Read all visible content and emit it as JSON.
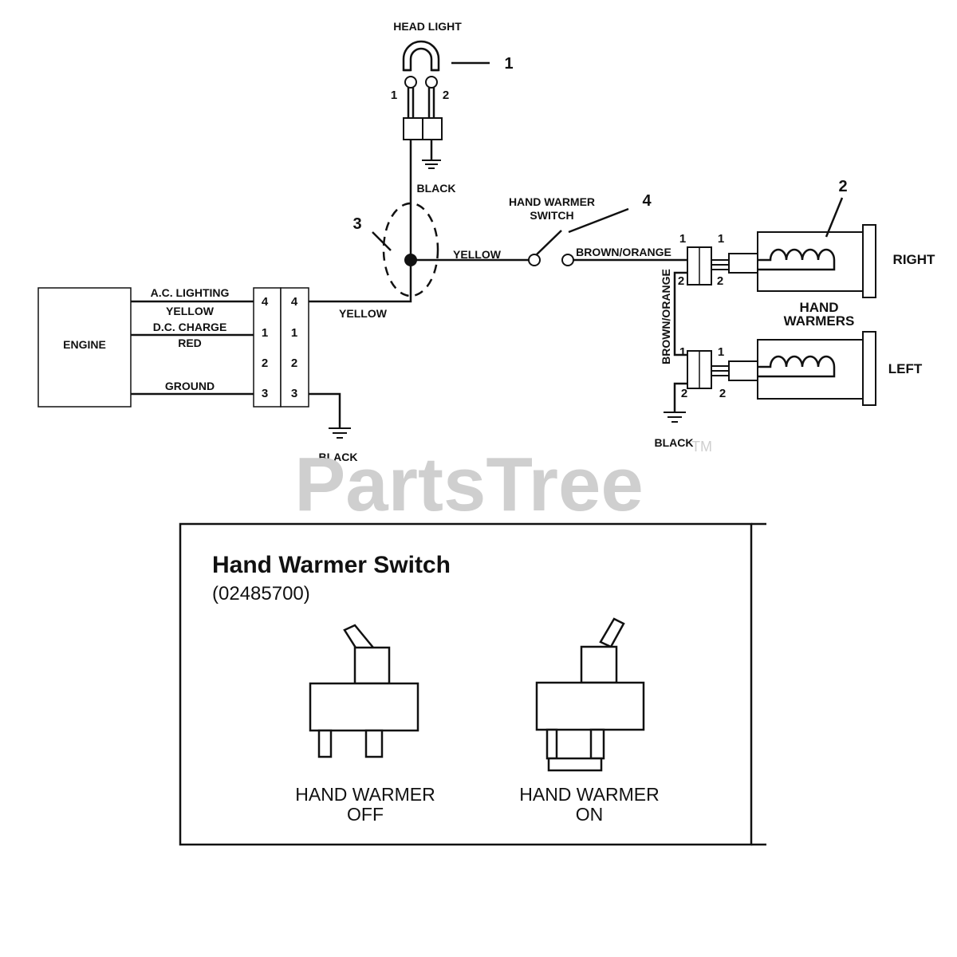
{
  "diagram": {
    "headlight": {
      "title": "HEAD LIGHT",
      "pin1": "1",
      "pin2": "2",
      "ground_wire": "BLACK"
    },
    "callouts": {
      "c1": "1",
      "c2": "2",
      "c3": "3",
      "c4": "4"
    },
    "switch": {
      "label_line1": "HAND WARMER",
      "label_line2": "SWITCH"
    },
    "wires": {
      "yellow_splice_to_switch": "YELLOW",
      "yellow_connector_to_splice": "YELLOW",
      "switch_to_warmers": "BROWN/ORANGE",
      "warmer_jumper": "BROWN/ORANGE",
      "warmer_ground": "BLACK",
      "engine_ground": "BLACK"
    },
    "engine": {
      "label": "ENGINE",
      "lines": [
        {
          "top": "A.C. LIGHTING",
          "bottom": "YELLOW"
        },
        {
          "top": "D.C. CHARGE",
          "bottom": "RED"
        },
        {
          "top": "GROUND",
          "bottom": ""
        }
      ]
    },
    "connector": {
      "left_pins": [
        "4",
        "1",
        "2",
        "3"
      ],
      "right_pins": [
        "4",
        "1",
        "2",
        "3"
      ]
    },
    "hand_warmers": {
      "label_line1": "HAND",
      "label_line2": "WARMERS",
      "right": {
        "label": "RIGHT",
        "pins": [
          "1",
          "1",
          "2",
          "2"
        ]
      },
      "left": {
        "label": "LEFT",
        "pins": [
          "1",
          "1",
          "2",
          "2"
        ]
      }
    }
  },
  "watermark": {
    "text": "PartsTree",
    "tm": "TM"
  },
  "inset": {
    "title": "Hand Warmer Switch",
    "part_number": "(02485700)",
    "off": {
      "line1": "HAND WARMER",
      "line2": "OFF"
    },
    "on": {
      "line1": "HAND WARMER",
      "line2": "ON"
    }
  }
}
